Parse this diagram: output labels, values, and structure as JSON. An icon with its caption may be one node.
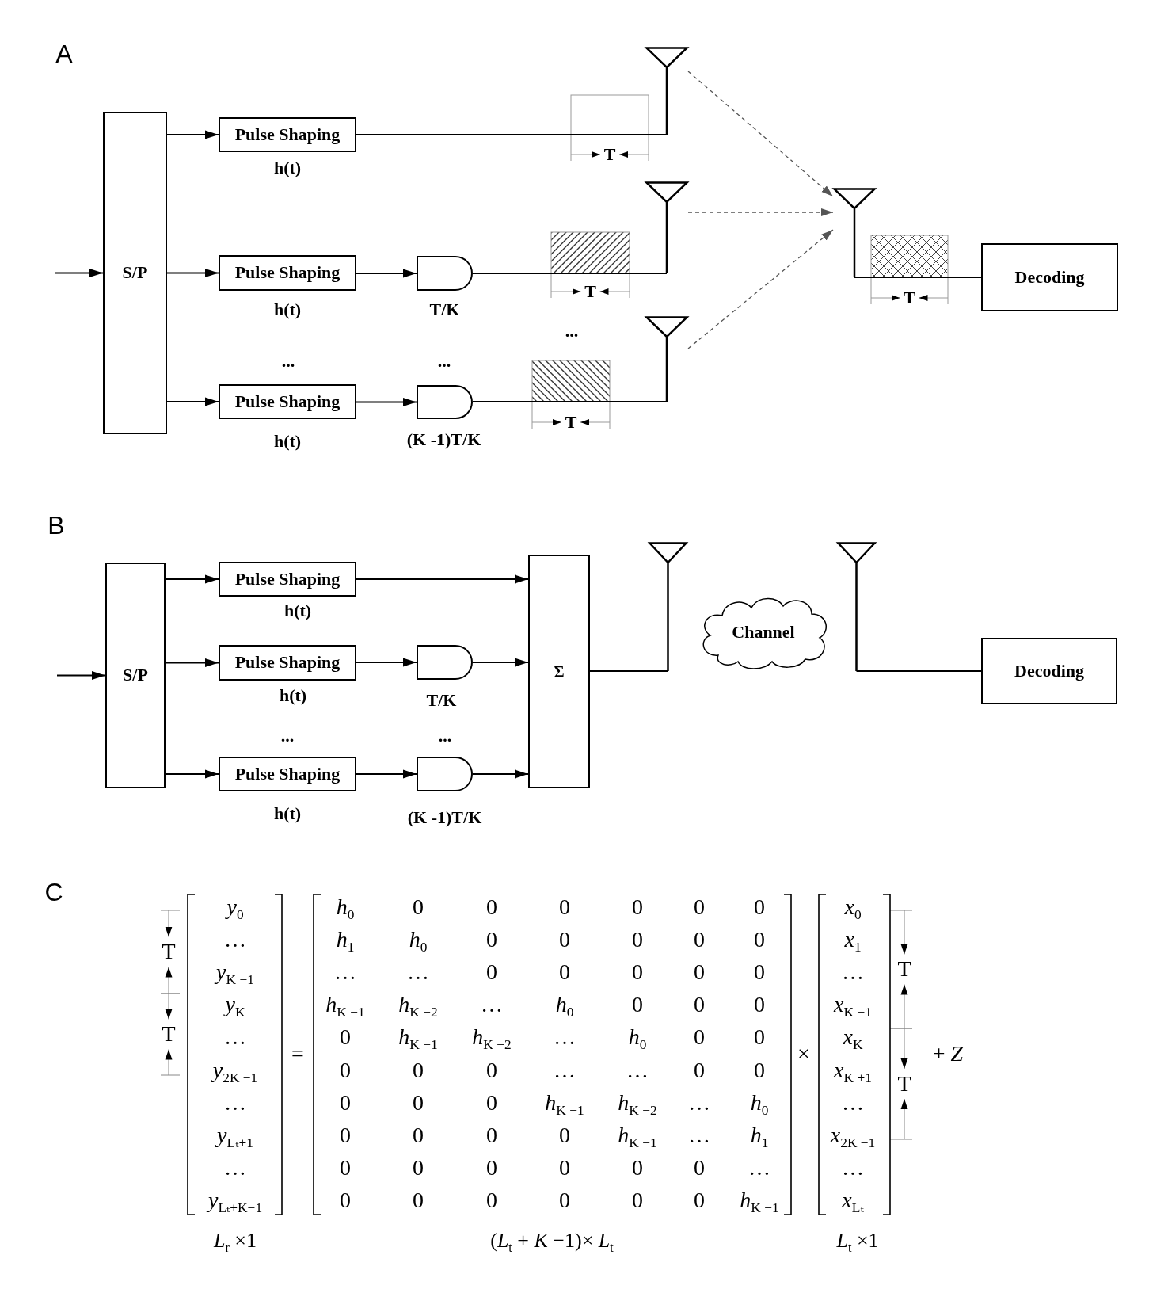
{
  "diagram": {
    "nodes": [
      {
        "text": [
          "S/P"
        ]
      },
      {
        "text": [
          "Pulse Shaping"
        ],
        "beside": [
          "h(t)"
        ]
      },
      {
        "text": [
          "Pulse Shaping"
        ],
        "beside": [
          "h(t)"
        ]
      },
      {
        "text": [
          "Pulse Shaping"
        ],
        "beside": [
          "h(t)"
        ]
      },
      {
        "text": [],
        "shape": "gate",
        "beside": [
          "T/K"
        ]
      },
      {
        "text": [],
        "shape": "gate",
        "beside": [
          "(K -1)T/K"
        ]
      },
      {
        "text": [],
        "shape": "antenna"
      },
      {
        "text": [],
        "shape": "antenna"
      },
      {
        "text": [],
        "shape": "antenna"
      },
      {
        "text": [],
        "shape": "antenna"
      },
      {
        "text": [
          "Decoding"
        ]
      },
      {
        "text": [
          "S/P"
        ]
      },
      {
        "text": [
          "Pulse Shaping"
        ],
        "beside": [
          "h(t)"
        ]
      },
      {
        "text": [
          "Pulse Shaping"
        ],
        "beside": [
          "h(t)"
        ]
      },
      {
        "text": [
          "Pulse Shaping"
        ],
        "beside": [
          "h(t)"
        ]
      },
      {
        "text": [],
        "shape": "gate",
        "beside": [
          "T/K"
        ]
      },
      {
        "text": [],
        "shape": "gate",
        "beside": [
          "(K -1)T/K"
        ]
      },
      {
        "text": [
          "Σ"
        ]
      },
      {
        "text": [],
        "shape": "antenna"
      },
      {
        "text": [
          "Channel"
        ]
      },
      {
        "text": [],
        "shape": "antenna"
      },
      {
        "text": [
          "Decoding"
        ]
      }
    ],
    "edges": [
      {
        "from": null,
        "to": 0,
        "arrow": "to"
      },
      {
        "from": 0,
        "to": 1,
        "arrow": "to"
      },
      {
        "from": 0,
        "to": 2,
        "arrow": "to"
      },
      {
        "from": 0,
        "to": 3,
        "arrow": "to"
      },
      {
        "from": 1,
        "to": 6,
        "arrow": "none"
      },
      {
        "from": 2,
        "to": 4,
        "arrow": "to"
      },
      {
        "from": 4,
        "to": 7,
        "arrow": "none"
      },
      {
        "from": 3,
        "to": 5,
        "arrow": "to"
      },
      {
        "from": 5,
        "to": 8,
        "arrow": "none"
      },
      {
        "from": 6,
        "to": 9,
        "arrow": "to",
        "style": "dashed",
        "color": "#555555"
      },
      {
        "from": 7,
        "to": 9,
        "arrow": "to",
        "style": "dashed",
        "color": "#555555"
      },
      {
        "from": 8,
        "to": 9,
        "arrow": "to",
        "style": "dashed",
        "color": "#555555"
      },
      {
        "from": 9,
        "to": 10,
        "arrow": "none"
      },
      {
        "from": null,
        "to": 11,
        "arrow": "to"
      },
      {
        "from": 11,
        "to": 12,
        "arrow": "to"
      },
      {
        "from": 11,
        "to": 13,
        "arrow": "to"
      },
      {
        "from": 11,
        "to": 14,
        "arrow": "to"
      },
      {
        "from": 12,
        "to": 17,
        "arrow": "to"
      },
      {
        "from": 13,
        "to": 15,
        "arrow": "to"
      },
      {
        "from": 15,
        "to": 17,
        "arrow": "to"
      },
      {
        "from": 14,
        "to": 16,
        "arrow": "to"
      },
      {
        "from": 16,
        "to": 17,
        "arrow": "to"
      },
      {
        "from": 17,
        "to": 18,
        "arrow": "none"
      },
      {
        "from": 20,
        "to": 21,
        "arrow": "none"
      }
    ],
    "labels": [
      "A",
      "T",
      "T",
      "T",
      "...",
      "...",
      "...",
      "T",
      "B",
      "...",
      "...",
      "C",
      "T",
      "T",
      "*y*$_{0}$",
      "…",
      "*y*$_{K −1}$",
      "*y*$_{K}$",
      "…",
      "*y*$_{2K −1}$",
      "…",
      "*y*$_{Lₜ+1}$",
      "…",
      "*y*$_{Lₜ+K−1}$",
      "=",
      "*h*$_{0}$",
      "0",
      "0",
      "0",
      "0",
      "0",
      "0",
      "*h*$_{1}$",
      "*h*$_{0}$",
      "0",
      "0",
      "0",
      "0",
      "0",
      "…",
      "…",
      "0",
      "0",
      "0",
      "0",
      "0",
      "*h*$_{K −1}$",
      "*h*$_{K −2}$",
      "…",
      "*h*$_{0}$",
      "0",
      "0",
      "0",
      "0",
      "*h*$_{K −1}$",
      "*h*$_{K −2}$",
      "…",
      "*h*$_{0}$",
      "0",
      "0",
      "0",
      "0",
      "0",
      "…",
      "…",
      "0",
      "0",
      "0",
      "0",
      "0",
      "*h*$_{K −1}$",
      "*h*$_{K −2}$",
      "…",
      "*h*$_{0}$",
      "0",
      "0",
      "0",
      "0",
      "*h*$_{K −1}$",
      "…",
      "*h*$_{1}$",
      "0",
      "0",
      "0",
      "0",
      "0",
      "0",
      "…",
      "0",
      "0",
      "0",
      "0",
      "0",
      "0",
      "*h*$_{K −1}$",
      "×",
      "*x*$_{0}$",
      "*x*$_{1}$",
      "…",
      "*x*$_{K −1}$",
      "*x*$_{K}$",
      "*x*$_{K +1}$",
      "…",
      "*x*$_{2K −1}$",
      "…",
      "*x*$_{Lₜ}$",
      "T",
      "T",
      "+ *Z*",
      "*L*$_{r}$ ×1",
      "(*L*$_{t}$ + *K* −1)× *L*$_{t}$",
      "*L*$_{t}$ ×1"
    ]
  }
}
